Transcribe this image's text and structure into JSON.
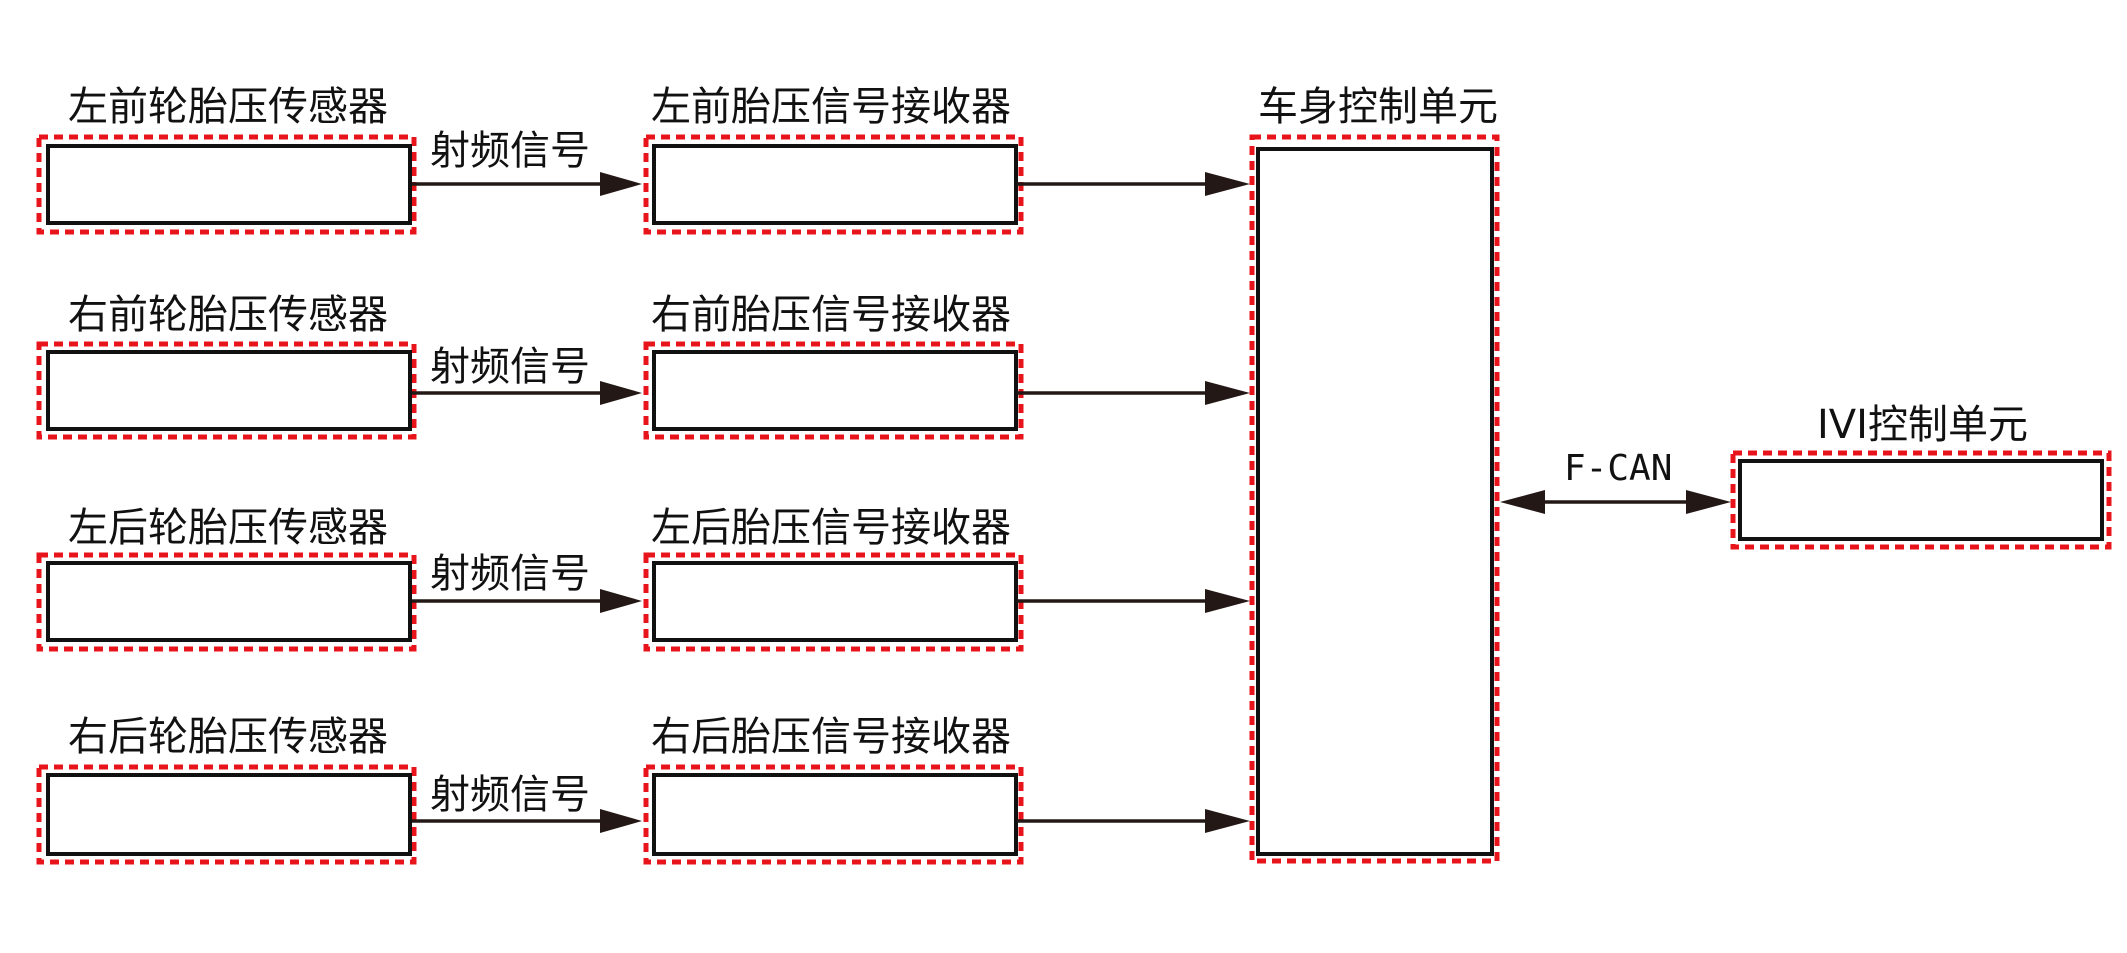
{
  "diagram": {
    "sensors": [
      {
        "label": "左前轮胎压传感器"
      },
      {
        "label": "右前轮胎压传感器"
      },
      {
        "label": "左后轮胎压传感器"
      },
      {
        "label": "右后轮胎压传感器"
      }
    ],
    "receivers": [
      {
        "label": "左前胎压信号接收器"
      },
      {
        "label": "右前胎压信号接收器"
      },
      {
        "label": "左后胎压信号接收器"
      },
      {
        "label": "右后胎压信号接收器"
      }
    ],
    "rf_labels": [
      "射频信号",
      "射频信号",
      "射频信号",
      "射频信号"
    ],
    "body_control_unit": {
      "label": "车身控制单元"
    },
    "ivi_control_unit": {
      "label": "IVI控制单元"
    },
    "bus_label": "F-CAN",
    "colors": {
      "frame": "#e8141b",
      "box": "#111111",
      "arrow": "#231815"
    }
  }
}
